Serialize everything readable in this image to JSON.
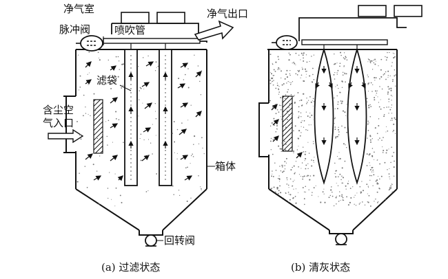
{
  "labels": {
    "clean_chamber": "净气室",
    "clean_outlet": "净气出口",
    "pulse_valve": "脉冲阀",
    "blow_pipe": "喷吹管",
    "filter_bag": "滤袋",
    "inlet_line1": "含尘空",
    "inlet_line2": "气入口",
    "housing": "箱体",
    "rotary_valve": "回转阀"
  },
  "captions": {
    "a": "(a)  过滤状态",
    "b": "(b)  清灰状态"
  }
}
